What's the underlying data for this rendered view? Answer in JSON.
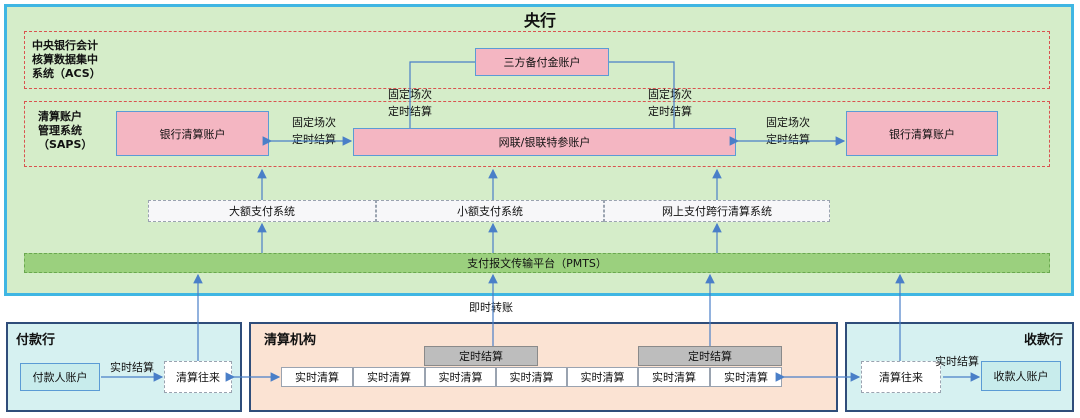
{
  "central": {
    "title": "央行",
    "acs_label": [
      "中央银行会计",
      "核算数据集中",
      "系统（ACS）"
    ],
    "saps_label": [
      "清算账户",
      "管理系统",
      "（SAPS）"
    ],
    "sanfang_account": "三方备付金账户",
    "bank_clearing_left": "银行清算账户",
    "bank_clearing_right": "银行清算账户",
    "wanglian_account": "网联/银联特参账户",
    "fixed_left": [
      "固定场次",
      "定时结算"
    ],
    "fixed_right": [
      "固定场次",
      "定时结算"
    ],
    "fixed_top_left": [
      "固定场次",
      "定时结算"
    ],
    "fixed_top_right": [
      "固定场次",
      "定时结算"
    ],
    "systems": [
      "大额支付系统",
      "小额支付系统",
      "网上支付跨行清算系统"
    ],
    "pmts": "支付报文传输平台（PMTS）"
  },
  "instant_transfer": "即时转账",
  "payer_bank": {
    "title": "付款行",
    "account": "付款人账户",
    "realtime": "实时结算",
    "clearing": "清算往来"
  },
  "clearing_org": {
    "title": "清算机构",
    "timed_left": "定时结算",
    "timed_right": "定时结算",
    "cells": [
      "实时清算",
      "实时清算",
      "实时清算",
      "实时清算",
      "实时清算",
      "实时清算",
      "实时清算"
    ]
  },
  "payee_bank": {
    "title": "收款行",
    "clearing": "清算往来",
    "realtime": "实时结算",
    "account": "收款人账户"
  },
  "colors": {
    "central_border": "#3fb6e3",
    "central_fill": "#d5edc9",
    "org_border": "#2f4d7a",
    "payer_fill": "#d6f1f1",
    "clearing_fill": "#fbe3d3",
    "pink": "#f4b6c2",
    "arrow": "#4a7fc8"
  }
}
